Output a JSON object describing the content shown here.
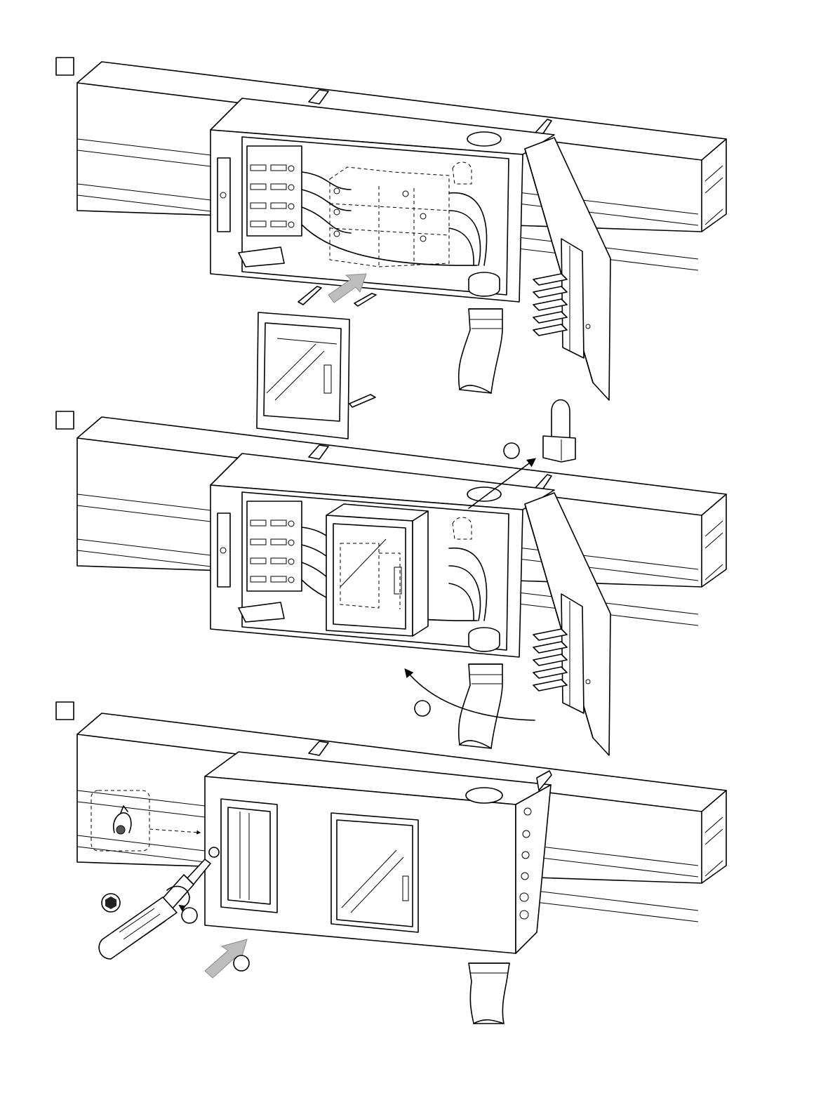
{
  "figure": {
    "steps": [
      {
        "id": "step1",
        "label": ""
      },
      {
        "id": "step2",
        "label": ""
      },
      {
        "id": "step3",
        "label": ""
      }
    ],
    "callouts": [
      {
        "id": "padlock-callout",
        "label": ""
      },
      {
        "id": "rotate-callout",
        "label": ""
      },
      {
        "id": "screw-callout",
        "label": ""
      },
      {
        "id": "push-callout",
        "label": ""
      }
    ],
    "icons": [
      "padlock-icon",
      "screwdriver-icon",
      "hex-bit-icon",
      "lock-cylinder-icon",
      "insert-arrow-icon",
      "rotate-arrow-icon"
    ]
  }
}
